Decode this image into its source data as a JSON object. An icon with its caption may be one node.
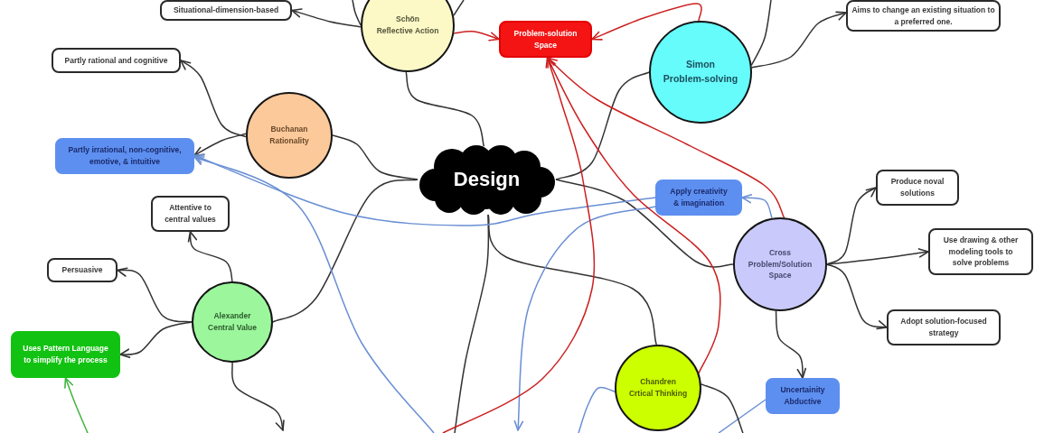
{
  "diagram": {
    "nodes": [
      {
        "text": [
          "Situational-dimension-based"
        ]
      },
      {
        "text": [
          "Schön",
          "Reflective Action"
        ]
      },
      {
        "text": [
          "Problem-solution Space"
        ]
      },
      {
        "text": [
          "Simon",
          "Problem-solving"
        ]
      },
      {
        "text": [
          "Aims to change an existing situation to a preferred one."
        ]
      },
      {
        "text": [
          "Partly rational and cognitive"
        ]
      },
      {
        "text": [
          "Buchanan",
          "Rationality"
        ]
      },
      {
        "text": [
          "Partly irrational, non-cognitive, emotive, & intuitive"
        ]
      },
      {
        "text": [
          "Design"
        ]
      },
      {
        "text": [
          "Apply creativity & imagination"
        ]
      },
      {
        "text": [
          "Produce noval solutions"
        ]
      },
      {
        "text": [
          "Attentive to central values"
        ]
      },
      {
        "text": [
          "Use drawing & other modeling tools to solve problems"
        ]
      },
      {
        "text": [
          "Persuasive"
        ]
      },
      {
        "text": [
          "Cross",
          "Problem/Solution Space"
        ]
      },
      {
        "text": [
          "Alexander",
          "Central Value"
        ]
      },
      {
        "text": [
          "Adopt solution-focused strategy"
        ]
      },
      {
        "text": [
          "Uses Pattern Language to simplify the process"
        ]
      },
      {
        "text": [
          "Chandren",
          "Crtical Thinking"
        ]
      },
      {
        "text": [
          "Uncertainity Abductive"
        ]
      }
    ],
    "edges": [
      {
        "from": 1,
        "to": 0,
        "arrow": "to"
      },
      {
        "from": 1,
        "to": 2,
        "arrow": "to",
        "color": "#cc2020"
      },
      {
        "from": 1,
        "to": null,
        "arrow": "none"
      },
      {
        "from": 1,
        "to": null,
        "arrow": "none"
      },
      {
        "from": 3,
        "to": 2,
        "arrow": "to",
        "color": "#cc2020"
      },
      {
        "from": 3,
        "to": 4,
        "arrow": "to"
      },
      {
        "from": 3,
        "to": null,
        "arrow": "none"
      },
      {
        "from": 6,
        "to": 5,
        "arrow": "to"
      },
      {
        "from": 6,
        "to": 7,
        "arrow": "to"
      },
      {
        "from": 8,
        "to": 1,
        "arrow": "none"
      },
      {
        "from": 8,
        "to": 6,
        "arrow": "none"
      },
      {
        "from": 8,
        "to": 3,
        "arrow": "none"
      },
      {
        "from": 8,
        "to": 15,
        "arrow": "none"
      },
      {
        "from": 8,
        "to": 14,
        "arrow": "none"
      },
      {
        "from": 8,
        "to": 18,
        "arrow": "none"
      },
      {
        "from": 8,
        "to": null,
        "arrow": "none"
      },
      {
        "from": 9,
        "to": 7,
        "arrow": "to",
        "color": "#6a8fd4"
      },
      {
        "from": null,
        "to": 7,
        "arrow": "to",
        "color": "#6a8fd4"
      },
      {
        "from": 14,
        "to": 9,
        "arrow": "to",
        "color": "#6a8fd4"
      },
      {
        "from": 9,
        "to": null,
        "arrow": "to",
        "color": "#6a8fd4"
      },
      {
        "from": 15,
        "to": 11,
        "arrow": "to"
      },
      {
        "from": 15,
        "to": 13,
        "arrow": "to"
      },
      {
        "from": 15,
        "to": 17,
        "arrow": "to"
      },
      {
        "from": 15,
        "to": null,
        "arrow": "to"
      },
      {
        "from": null,
        "to": 17,
        "arrow": "to",
        "color": "#40b440"
      },
      {
        "from": 14,
        "to": 10,
        "arrow": "to"
      },
      {
        "from": 14,
        "to": 12,
        "arrow": "to"
      },
      {
        "from": 14,
        "to": 16,
        "arrow": "to"
      },
      {
        "from": 14,
        "to": 19,
        "arrow": "to"
      },
      {
        "from": 14,
        "to": 2,
        "arrow": "to",
        "color": "#cc2020"
      },
      {
        "from": 18,
        "to": 2,
        "arrow": "to",
        "color": "#cc2020"
      },
      {
        "from": null,
        "to": 2,
        "arrow": "to",
        "color": "#cc2020"
      },
      {
        "from": 18,
        "to": null,
        "arrow": "none",
        "color": "#6a8fd4"
      },
      {
        "from": 19,
        "to": null,
        "arrow": "none",
        "color": "#6a8fd4"
      },
      {
        "from": 18,
        "to": null,
        "arrow": "none"
      }
    ]
  }
}
